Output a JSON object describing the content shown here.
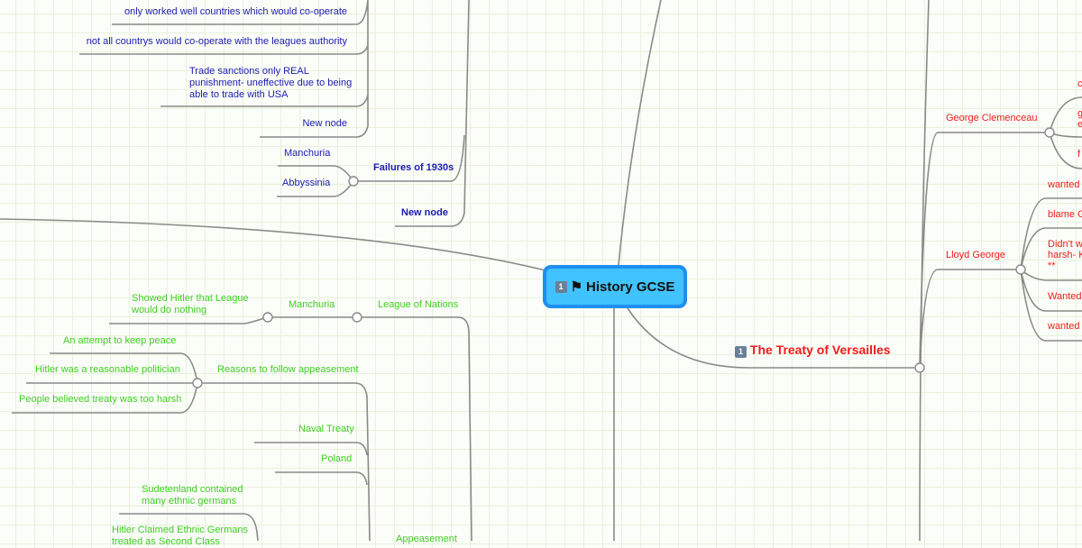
{
  "root": {
    "label": "History GCSE",
    "badge": "1",
    "flag": "⚑"
  },
  "league_failures": {
    "items": [
      "only worked well countries which would co-operate",
      "not all countrys would co-operate with the leagues authority",
      "Trade sanctions only REAL",
      "punishment- uneffective due to being",
      "able to trade with USA",
      "New node"
    ],
    "failures_label": "Failures of 1930s",
    "failures_children": [
      "Manchuria",
      "Abbyssinia"
    ],
    "new_node": "New node"
  },
  "appeasement": {
    "league_of_nations": "League of Nations",
    "manchuria": "Manchuria",
    "manchuria_child": [
      "Showed Hitler that League",
      "would do nothing"
    ],
    "reasons_label": "Reasons to follow appeasement",
    "reasons": [
      "An attempt to keep peace",
      "Hitler was a reasonable politician",
      "People believed treaty was too harsh"
    ],
    "naval_treaty": "Naval Treaty",
    "poland": "Poland",
    "sudeten": [
      "Sudetenland contained",
      "many ethnic germans"
    ],
    "hitler_claimed": [
      "Hitler Claimed Ethnic Germans",
      "treated as Second Class"
    ],
    "appeasement_label": "Appeasement"
  },
  "versailles": {
    "label": "The Treaty of Versailles",
    "badge": "1",
    "clemenceau": "George Clemenceau",
    "clemenceau_children": [
      "c",
      "g",
      "e",
      "f"
    ],
    "lloyd": "Lloyd George",
    "lloyd_children": [
      "wanted",
      "blame G",
      "Didn't w",
      "harsh- K",
      "**",
      "Wanted",
      "wanted"
    ]
  },
  "colors": {
    "blue": "#1c1cb0",
    "green": "#3fcf22",
    "red": "#f21b1b",
    "root_fill": "#41c3ff",
    "root_border": "#1e8ff0"
  }
}
